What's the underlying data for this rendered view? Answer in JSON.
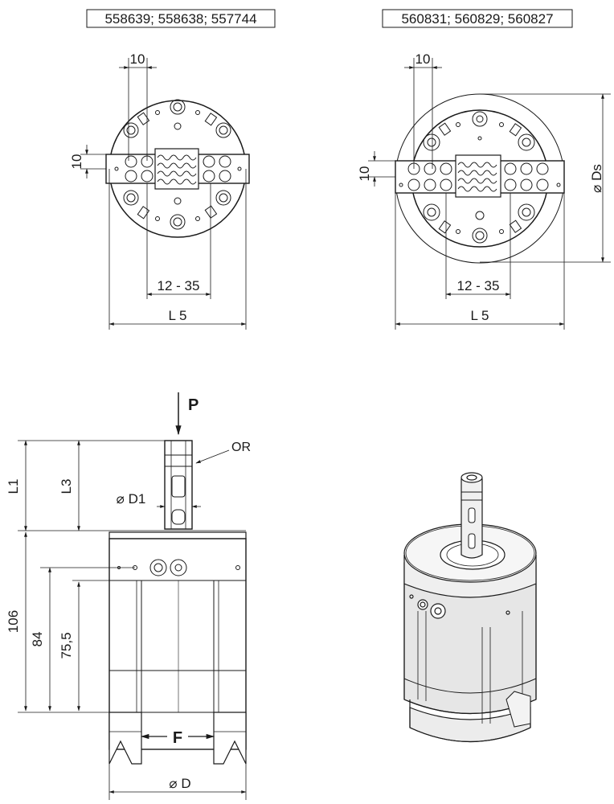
{
  "top_left": {
    "part_numbers": "558639; 558638; 557744",
    "dim_slot_width": "10",
    "dim_slot_height": "10",
    "dim_jaw_range": "12 - 35",
    "dim_length": "L 5"
  },
  "top_right": {
    "part_numbers": "560831; 560829; 560827",
    "dim_slot_width": "10",
    "dim_slot_height": "10",
    "dim_jaw_range": "12 - 35",
    "dim_length": "L 5",
    "dim_diameter": "Ds"
  },
  "side_view": {
    "force_p": "P",
    "o_ring": "OR",
    "dim_l1": "L1",
    "dim_l3": "L3",
    "dim_d1": "D1",
    "dim_106": "106",
    "dim_84": "84",
    "dim_75": "75,5",
    "force_f": "F",
    "dim_d": "D"
  },
  "colors": {
    "line": "#1a1a1a",
    "shading": "#e6e6e6"
  }
}
